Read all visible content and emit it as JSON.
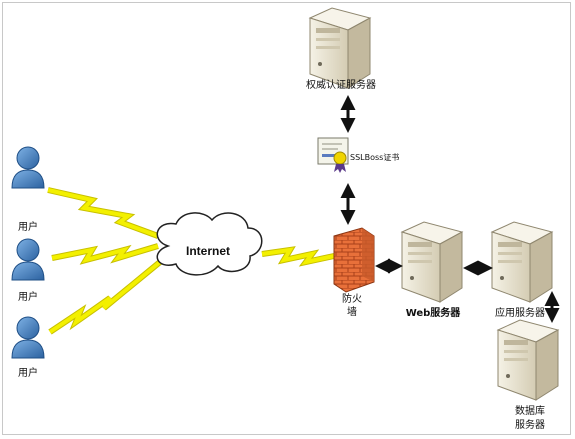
{
  "nodes": {
    "auth_server": "权威认证服务器",
    "ssl_cert": "SSLBoss证书",
    "internet": "Internet",
    "firewall_line1": "防火",
    "firewall_line2": "墙",
    "web_server": "Web服务器",
    "app_server": "应用服务器",
    "db_server_line1": "数据库",
    "db_server_line2": "服务器",
    "user_top": "用户",
    "user_middle": "用户",
    "user_bottom": "用户"
  },
  "colors": {
    "user_blue": "#3f7fbf",
    "lightning_yellow": "#f3f000",
    "firewall_orange": "#e8703a",
    "server_body": "#e9e4d2",
    "server_shadow": "#b7ae94",
    "arrow_black": "#111111"
  }
}
